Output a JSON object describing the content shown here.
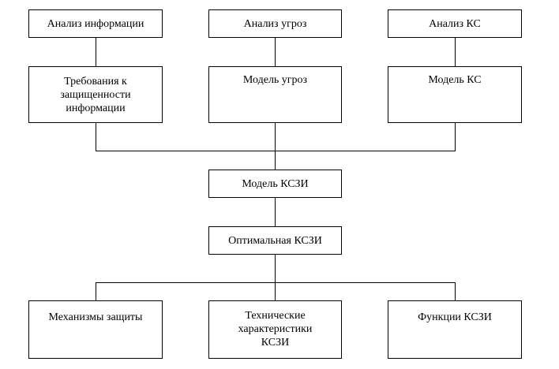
{
  "diagram": {
    "nodes": {
      "analysis_info": "Анализ информации",
      "analysis_threats": "Анализ угроз",
      "analysis_ks": "Анализ КС",
      "requirements": "Требования к\nзащищенности\nинформации",
      "threat_model": "Модель угроз",
      "ks_model": "Модель КС",
      "kszi_model": "Модель КСЗИ",
      "optimal_kszi": "Оптимальная КСЗИ",
      "protection_mechanisms": "Механизмы защиты",
      "tech_specs": "Технические\nхарактеристики\nКСЗИ",
      "kszi_functions": "Функции КСЗИ"
    },
    "edges": [
      [
        "analysis_info",
        "requirements"
      ],
      [
        "analysis_threats",
        "threat_model"
      ],
      [
        "analysis_ks",
        "ks_model"
      ],
      [
        "requirements",
        "kszi_model"
      ],
      [
        "threat_model",
        "kszi_model"
      ],
      [
        "ks_model",
        "kszi_model"
      ],
      [
        "kszi_model",
        "optimal_kszi"
      ],
      [
        "optimal_kszi",
        "protection_mechanisms"
      ],
      [
        "optimal_kszi",
        "tech_specs"
      ],
      [
        "optimal_kszi",
        "kszi_functions"
      ]
    ]
  }
}
